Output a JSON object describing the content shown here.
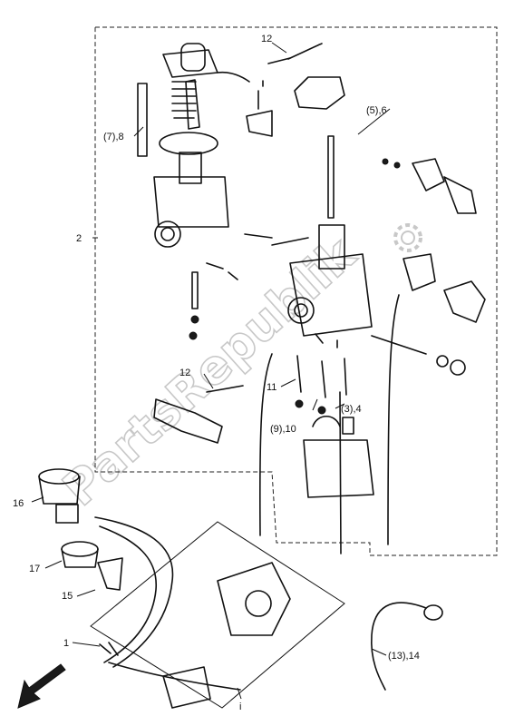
{
  "callouts": {
    "c1": "1",
    "c2": "2",
    "c11": "11",
    "c12a": "12",
    "c12b": "12",
    "c13_14": "(13),14",
    "c15": "15",
    "c16": "16",
    "c17": "17",
    "c3_4": "(3),4",
    "c5_6": "(5),6",
    "c7_8": "(7),8",
    "c9_10": "(9),10",
    "c_i": "i"
  },
  "watermark": "PartsRepublik",
  "colors": {
    "ink": "#111111",
    "watermark": "#c8c8c8",
    "background": "#ffffff"
  },
  "icons": {
    "gear": "gear-icon",
    "arrow": "front-direction-arrow-icon"
  }
}
